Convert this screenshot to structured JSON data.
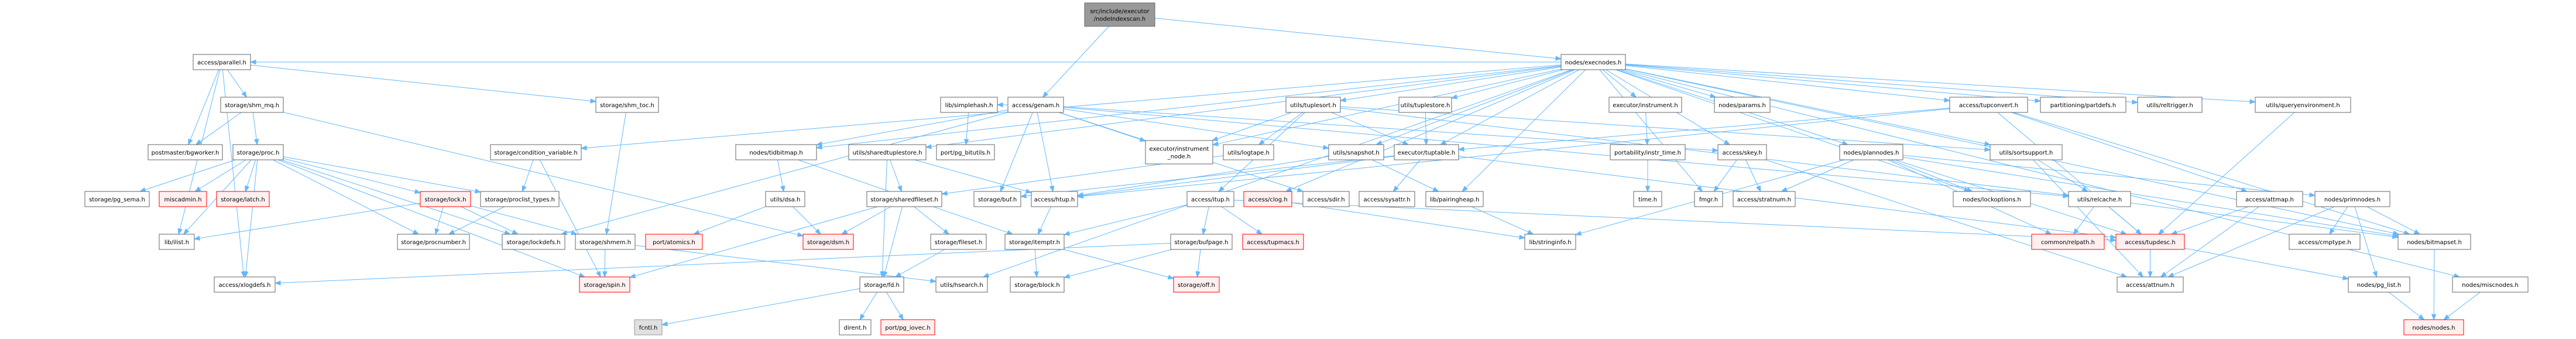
{
  "graph": {
    "title": "src/include/executor/nodeIndexscan.h include dependency graph",
    "colors": {
      "edge": "#63b8ff",
      "root_fill": "#999999",
      "default_fill": "#ffffff",
      "default_border": "#666666",
      "missing_fill": "#fff0f0",
      "missing_border": "#ff0000",
      "external_fill": "#e0e0e0"
    },
    "nodes": [
      {
        "id": "root",
        "label": [
          "src/include/executor",
          "/nodeIndexscan.h"
        ],
        "kind": "root"
      },
      {
        "id": "parallel",
        "label": [
          "access/parallel.h"
        ],
        "kind": "default"
      },
      {
        "id": "genam",
        "label": [
          "access/genam.h"
        ],
        "kind": "default"
      },
      {
        "id": "execnodes",
        "label": [
          "nodes/execnodes.h"
        ],
        "kind": "default"
      },
      {
        "id": "shm_mq",
        "label": [
          "storage/shm_mq.h"
        ],
        "kind": "default"
      },
      {
        "id": "shm_toc",
        "label": [
          "storage/shm_toc.h"
        ],
        "kind": "default"
      },
      {
        "id": "bgworker",
        "label": [
          "postmaster/bgworker.h"
        ],
        "kind": "default"
      },
      {
        "id": "proc",
        "label": [
          "storage/proc.h"
        ],
        "kind": "default"
      },
      {
        "id": "condvar",
        "label": [
          "storage/condition_variable.h"
        ],
        "kind": "default"
      },
      {
        "id": "tidbitmap",
        "label": [
          "nodes/tidbitmap.h"
        ],
        "kind": "default"
      },
      {
        "id": "sharedtuplestore",
        "label": [
          "utils/sharedtuplestore.h"
        ],
        "kind": "default"
      },
      {
        "id": "pg_bitutils",
        "label": [
          "port/pg_bitutils.h"
        ],
        "kind": "default"
      },
      {
        "id": "simplehash",
        "label": [
          "lib/simplehash.h"
        ],
        "kind": "default"
      },
      {
        "id": "instrument_node",
        "label": [
          "executor/instrument",
          "_node.h"
        ],
        "kind": "default"
      },
      {
        "id": "tuplesort",
        "label": [
          "utils/tuplesort.h"
        ],
        "kind": "default"
      },
      {
        "id": "logtape",
        "label": [
          "utils/logtape.h"
        ],
        "kind": "default"
      },
      {
        "id": "snapshot",
        "label": [
          "utils/snapshot.h"
        ],
        "kind": "default"
      },
      {
        "id": "tuplestore",
        "label": [
          "utils/tuplestore.h"
        ],
        "kind": "default"
      },
      {
        "id": "tuptable",
        "label": [
          "executor/tuptable.h"
        ],
        "kind": "default"
      },
      {
        "id": "instrument",
        "label": [
          "executor/instrument.h"
        ],
        "kind": "default"
      },
      {
        "id": "instr_time",
        "label": [
          "portability/instr_time.h"
        ],
        "kind": "default"
      },
      {
        "id": "params",
        "label": [
          "nodes/params.h"
        ],
        "kind": "default"
      },
      {
        "id": "skey",
        "label": [
          "access/skey.h"
        ],
        "kind": "default"
      },
      {
        "id": "plannodes",
        "label": [
          "nodes/plannodes.h"
        ],
        "kind": "default"
      },
      {
        "id": "tupconvert",
        "label": [
          "access/tupconvert.h"
        ],
        "kind": "default"
      },
      {
        "id": "partdefs",
        "label": [
          "partitioning/partdefs.h"
        ],
        "kind": "default"
      },
      {
        "id": "reltrigger",
        "label": [
          "utils/reltrigger.h"
        ],
        "kind": "default"
      },
      {
        "id": "sortsupport",
        "label": [
          "utils/sortsupport.h"
        ],
        "kind": "default"
      },
      {
        "id": "queryenv",
        "label": [
          "utils/queryenvironment.h"
        ],
        "kind": "default"
      },
      {
        "id": "pg_sema",
        "label": [
          "storage/pg_sema.h"
        ],
        "kind": "default"
      },
      {
        "id": "miscadmin",
        "label": [
          "miscadmin.h"
        ],
        "kind": "missing"
      },
      {
        "id": "latch",
        "label": [
          "storage/latch.h"
        ],
        "kind": "missing"
      },
      {
        "id": "lock",
        "label": [
          "storage/lock.h"
        ],
        "kind": "missing"
      },
      {
        "id": "proclist_types",
        "label": [
          "storage/proclist_types.h"
        ],
        "kind": "default"
      },
      {
        "id": "ilist",
        "label": [
          "lib/ilist.h"
        ],
        "kind": "default"
      },
      {
        "id": "procnumber",
        "label": [
          "storage/procnumber.h"
        ],
        "kind": "default"
      },
      {
        "id": "lockdefs",
        "label": [
          "storage/lockdefs.h"
        ],
        "kind": "default"
      },
      {
        "id": "shmem",
        "label": [
          "storage/shmem.h"
        ],
        "kind": "default"
      },
      {
        "id": "atomics",
        "label": [
          "port/atomics.h"
        ],
        "kind": "missing"
      },
      {
        "id": "dsm",
        "label": [
          "storage/dsm.h"
        ],
        "kind": "missing"
      },
      {
        "id": "dsa",
        "label": [
          "utils/dsa.h"
        ],
        "kind": "default"
      },
      {
        "id": "sharedfileset",
        "label": [
          "storage/sharedfileset.h"
        ],
        "kind": "default"
      },
      {
        "id": "fileset",
        "label": [
          "storage/fileset.h"
        ],
        "kind": "default"
      },
      {
        "id": "buf",
        "label": [
          "storage/buf.h"
        ],
        "kind": "default"
      },
      {
        "id": "htup",
        "label": [
          "access/htup.h"
        ],
        "kind": "default"
      },
      {
        "id": "itup",
        "label": [
          "access/itup.h"
        ],
        "kind": "default"
      },
      {
        "id": "clog",
        "label": [
          "access/clog.h"
        ],
        "kind": "missing"
      },
      {
        "id": "sdir",
        "label": [
          "access/sdir.h"
        ],
        "kind": "default"
      },
      {
        "id": "sysattr",
        "label": [
          "access/sysattr.h"
        ],
        "kind": "default"
      },
      {
        "id": "pairingheap",
        "label": [
          "lib/pairingheap.h"
        ],
        "kind": "default"
      },
      {
        "id": "time",
        "label": [
          "time.h"
        ],
        "kind": "default"
      },
      {
        "id": "fmgr",
        "label": [
          "fmgr.h"
        ],
        "kind": "default"
      },
      {
        "id": "stratnum",
        "label": [
          "access/stratnum.h"
        ],
        "kind": "default"
      },
      {
        "id": "lockoptions",
        "label": [
          "nodes/lockoptions.h"
        ],
        "kind": "default"
      },
      {
        "id": "relcache",
        "label": [
          "utils/relcache.h"
        ],
        "kind": "default"
      },
      {
        "id": "attmap",
        "label": [
          "access/attmap.h"
        ],
        "kind": "default"
      },
      {
        "id": "primnodes",
        "label": [
          "nodes/primnodes.h"
        ],
        "kind": "default"
      },
      {
        "id": "itemptr",
        "label": [
          "storage/itemptr.h"
        ],
        "kind": "default"
      },
      {
        "id": "bufpage",
        "label": [
          "storage/bufpage.h"
        ],
        "kind": "default"
      },
      {
        "id": "tupmacs",
        "label": [
          "access/tupmacs.h"
        ],
        "kind": "missing"
      },
      {
        "id": "stringinfo",
        "label": [
          "lib/stringinfo.h"
        ],
        "kind": "default"
      },
      {
        "id": "relpath",
        "label": [
          "common/relpath.h"
        ],
        "kind": "missing"
      },
      {
        "id": "tupdesc",
        "label": [
          "access/tupdesc.h"
        ],
        "kind": "missing"
      },
      {
        "id": "cmptype",
        "label": [
          "access/cmptype.h"
        ],
        "kind": "default"
      },
      {
        "id": "bitmapset",
        "label": [
          "nodes/bitmapset.h"
        ],
        "kind": "default"
      },
      {
        "id": "xlogdefs",
        "label": [
          "access/xlogdefs.h"
        ],
        "kind": "default"
      },
      {
        "id": "spin",
        "label": [
          "storage/spin.h"
        ],
        "kind": "missing"
      },
      {
        "id": "fd",
        "label": [
          "storage/fd.h"
        ],
        "kind": "default"
      },
      {
        "id": "hsearch",
        "label": [
          "utils/hsearch.h"
        ],
        "kind": "default"
      },
      {
        "id": "block",
        "label": [
          "storage/block.h"
        ],
        "kind": "default"
      },
      {
        "id": "off",
        "label": [
          "storage/off.h"
        ],
        "kind": "missing"
      },
      {
        "id": "attnum",
        "label": [
          "access/attnum.h"
        ],
        "kind": "default"
      },
      {
        "id": "pg_list",
        "label": [
          "nodes/pg_list.h"
        ],
        "kind": "default"
      },
      {
        "id": "miscnodes",
        "label": [
          "nodes/miscnodes.h"
        ],
        "kind": "default"
      },
      {
        "id": "fcntl",
        "label": [
          "fcntl.h"
        ],
        "kind": "external"
      },
      {
        "id": "dirent",
        "label": [
          "dirent.h"
        ],
        "kind": "default"
      },
      {
        "id": "pg_iovec",
        "label": [
          "port/pg_iovec.h"
        ],
        "kind": "missing"
      },
      {
        "id": "nodes",
        "label": [
          "nodes/nodes.h"
        ],
        "kind": "missing"
      }
    ],
    "edges": [
      [
        "root",
        "genam"
      ],
      [
        "root",
        "execnodes"
      ],
      [
        "execnodes",
        "parallel"
      ],
      [
        "parallel",
        "shm_mq"
      ],
      [
        "parallel",
        "bgworker"
      ],
      [
        "parallel",
        "shm_toc"
      ],
      [
        "parallel",
        "ilist"
      ],
      [
        "parallel",
        "xlogdefs"
      ],
      [
        "shm_mq",
        "bgworker"
      ],
      [
        "shm_mq",
        "proc"
      ],
      [
        "shm_mq",
        "dsm"
      ],
      [
        "shm_toc",
        "shmem"
      ],
      [
        "proc",
        "pg_sema"
      ],
      [
        "proc",
        "miscadmin"
      ],
      [
        "proc",
        "latch"
      ],
      [
        "proc",
        "lock"
      ],
      [
        "proc",
        "proclist_types"
      ],
      [
        "proc",
        "ilist"
      ],
      [
        "proc",
        "procnumber"
      ],
      [
        "proc",
        "xlogdefs"
      ],
      [
        "proc",
        "lockdefs"
      ],
      [
        "proc",
        "spin"
      ],
      [
        "lock",
        "procnumber"
      ],
      [
        "lock",
        "lockdefs"
      ],
      [
        "lock",
        "shmem"
      ],
      [
        "lock",
        "ilist"
      ],
      [
        "proclist_types",
        "procnumber"
      ],
      [
        "condvar",
        "proclist_types"
      ],
      [
        "condvar",
        "spin"
      ],
      [
        "shmem",
        "spin"
      ],
      [
        "shmem",
        "hsearch"
      ],
      [
        "genam",
        "simplehash"
      ],
      [
        "genam",
        "tidbitmap"
      ],
      [
        "genam",
        "instrument_node"
      ],
      [
        "genam",
        "snapshot"
      ],
      [
        "genam",
        "sdir"
      ],
      [
        "genam",
        "skey"
      ],
      [
        "genam",
        "relcache"
      ],
      [
        "genam",
        "buf"
      ],
      [
        "genam",
        "htup"
      ],
      [
        "genam",
        "lockdefs"
      ],
      [
        "simplehash",
        "pg_bitutils"
      ],
      [
        "tidbitmap",
        "dsa"
      ],
      [
        "tidbitmap",
        "itemptr"
      ],
      [
        "dsa",
        "atomics"
      ],
      [
        "dsa",
        "dsm"
      ],
      [
        "sharedtuplestore",
        "sharedfileset"
      ],
      [
        "sharedtuplestore",
        "htup"
      ],
      [
        "sharedtuplestore",
        "fd"
      ],
      [
        "sharedfileset",
        "dsm"
      ],
      [
        "sharedfileset",
        "fileset"
      ],
      [
        "sharedfileset",
        "fd"
      ],
      [
        "sharedfileset",
        "spin"
      ],
      [
        "fileset",
        "fd"
      ],
      [
        "fd",
        "dirent"
      ],
      [
        "fd",
        "pg_iovec"
      ],
      [
        "fd",
        "fcntl"
      ],
      [
        "htup",
        "itemptr"
      ],
      [
        "itemptr",
        "block"
      ],
      [
        "itemptr",
        "off"
      ],
      [
        "itup",
        "itemptr"
      ],
      [
        "itup",
        "bufpage"
      ],
      [
        "itup",
        "tupmacs"
      ],
      [
        "itup",
        "tupdesc"
      ],
      [
        "bufpage",
        "block"
      ],
      [
        "bufpage",
        "off"
      ],
      [
        "bufpage",
        "xlogdefs"
      ],
      [
        "tuplesort",
        "instrument_node"
      ],
      [
        "tuplesort",
        "logtape"
      ],
      [
        "tuplesort",
        "tuptable"
      ],
      [
        "tuplesort",
        "itup"
      ],
      [
        "tuplesort",
        "sortsupport"
      ],
      [
        "tuplesort",
        "relcache"
      ],
      [
        "logtape",
        "sharedfileset"
      ],
      [
        "snapshot",
        "pairingheap"
      ],
      [
        "snapshot",
        "htup"
      ],
      [
        "tuplestore",
        "tuptable"
      ],
      [
        "tuptable",
        "htup"
      ],
      [
        "tuptable",
        "sysattr"
      ],
      [
        "tuptable",
        "buf"
      ],
      [
        "tuptable",
        "tupdesc"
      ],
      [
        "execnodes",
        "tuplesort"
      ],
      [
        "execnodes",
        "tuplestore"
      ],
      [
        "execnodes",
        "instrument"
      ],
      [
        "execnodes",
        "params"
      ],
      [
        "execnodes",
        "skey"
      ],
      [
        "execnodes",
        "plannodes"
      ],
      [
        "execnodes",
        "tupconvert"
      ],
      [
        "execnodes",
        "partdefs"
      ],
      [
        "execnodes",
        "reltrigger"
      ],
      [
        "execnodes",
        "queryenv"
      ],
      [
        "execnodes",
        "sortsupport"
      ],
      [
        "execnodes",
        "tidbitmap"
      ],
      [
        "execnodes",
        "condvar"
      ],
      [
        "execnodes",
        "sharedtuplestore"
      ],
      [
        "execnodes",
        "snapshot"
      ],
      [
        "execnodes",
        "pairingheap"
      ],
      [
        "execnodes",
        "clog"
      ],
      [
        "execnodes",
        "hsearch"
      ],
      [
        "execnodes",
        "miscnodes"
      ],
      [
        "execnodes",
        "bitmapset"
      ],
      [
        "execnodes",
        "instrument_node"
      ],
      [
        "execnodes",
        "tuptable"
      ],
      [
        "execnodes",
        "fmgr"
      ],
      [
        "execnodes",
        "lockoptions"
      ],
      [
        "instrument",
        "instr_time"
      ],
      [
        "instr_time",
        "time"
      ],
      [
        "skey",
        "fmgr"
      ],
      [
        "skey",
        "stratnum"
      ],
      [
        "skey",
        "attnum"
      ],
      [
        "plannodes",
        "stratnum"
      ],
      [
        "plannodes",
        "lockoptions"
      ],
      [
        "plannodes",
        "primnodes"
      ],
      [
        "plannodes",
        "bitmapset"
      ],
      [
        "plannodes",
        "relpath"
      ],
      [
        "plannodes",
        "stringinfo"
      ],
      [
        "plannodes",
        "tupdesc"
      ],
      [
        "tupconvert",
        "attmap"
      ],
      [
        "tupconvert",
        "htup"
      ],
      [
        "tupconvert",
        "tupdesc"
      ],
      [
        "tupconvert",
        "bitmapset"
      ],
      [
        "tupconvert",
        "tuptable"
      ],
      [
        "sortsupport",
        "relcache"
      ],
      [
        "sortsupport",
        "attnum"
      ],
      [
        "queryenv",
        "tupdesc"
      ],
      [
        "relcache",
        "relpath"
      ],
      [
        "relcache",
        "tupdesc"
      ],
      [
        "relcache",
        "bitmapset"
      ],
      [
        "attmap",
        "attnum"
      ],
      [
        "attmap",
        "tupdesc"
      ],
      [
        "primnodes",
        "cmptype"
      ],
      [
        "primnodes",
        "bitmapset"
      ],
      [
        "primnodes",
        "pg_list"
      ],
      [
        "primnodes",
        "attnum"
      ],
      [
        "tupdesc",
        "attnum"
      ],
      [
        "tupdesc",
        "pg_list"
      ],
      [
        "pairingheap",
        "stringinfo"
      ],
      [
        "clog",
        "stringinfo"
      ],
      [
        "bitmapset",
        "nodes"
      ],
      [
        "pg_list",
        "nodes"
      ],
      [
        "miscnodes",
        "nodes"
      ]
    ]
  }
}
